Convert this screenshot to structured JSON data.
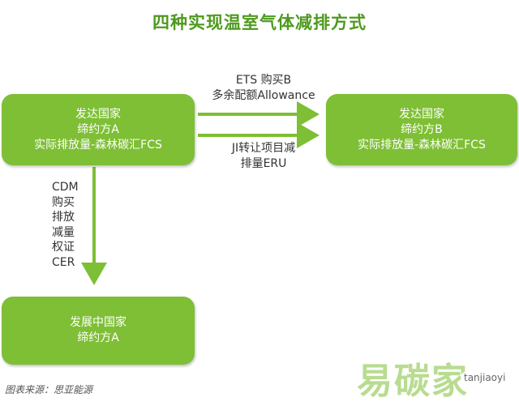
{
  "title": "四种实现温室气体减排方式",
  "nodes": {
    "a": {
      "lines": [
        "发达国家",
        "缔约方A",
        "实际排放量-森林碳汇FCS"
      ]
    },
    "b": {
      "lines": [
        "发达国家",
        "缔约方B",
        "实际排放量-森林碳汇FCS"
      ]
    },
    "c": {
      "lines": [
        "发展中国家",
        "缔约方A"
      ]
    }
  },
  "edges": {
    "ets": {
      "lines": [
        "ETS 购买B",
        "多余配额Allowance"
      ]
    },
    "ji": {
      "lines": [
        "JI转让项目减",
        "排量ERU"
      ]
    },
    "cdm": {
      "lines": [
        "CDM",
        "购买",
        "排放",
        "减量",
        "权证",
        "CER"
      ]
    }
  },
  "source": "图表来源：思亚能源",
  "watermark": {
    "brand": "易碳家",
    "handle": "tanjiaoyi"
  },
  "colors": {
    "box": "#7ebf35",
    "title": "#4e9a1d",
    "arrow": "#7ebf35"
  }
}
